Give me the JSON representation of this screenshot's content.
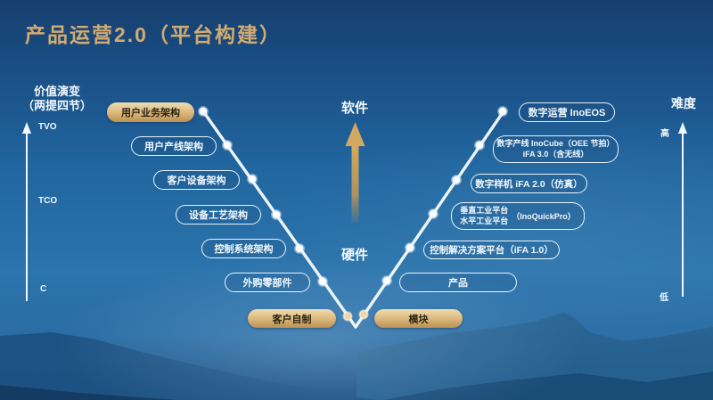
{
  "title": "产品运营2.0（平台构建）",
  "left_axis": {
    "label_line1": "价值演变",
    "label_line2": "（两提四节）",
    "tick_top": "TVO",
    "tick_mid": "TCO",
    "tick_bottom": "C"
  },
  "right_axis": {
    "label": "难度",
    "tick_top": "高",
    "tick_bottom": "低"
  },
  "center": {
    "top_label": "软件",
    "bottom_label": "硬件"
  },
  "diagram": {
    "left_items": [
      {
        "label": "用户业务架构",
        "style": "gold"
      },
      {
        "label": "用户产线架构",
        "style": "outline"
      },
      {
        "label": "客户设备架构",
        "style": "outline"
      },
      {
        "label": "设备工艺架构",
        "style": "outline"
      },
      {
        "label": "控制系统架构",
        "style": "outline"
      },
      {
        "label": "外购零部件",
        "style": "outline"
      },
      {
        "label": "客户自制",
        "style": "gold"
      }
    ],
    "right_items": [
      {
        "label": "数字运营 InoEOS",
        "style": "outline"
      },
      {
        "line1": "数字产线 InoCube（OEE 节拍）",
        "line2": "iFA 3.0（含无线）",
        "style": "outline"
      },
      {
        "label": "数字样机 iFA 2.0（仿真）",
        "style": "outline"
      },
      {
        "line1": "垂直工业平台",
        "line2": "水平工业平台",
        "suffix": "（InoQuickPro）",
        "style": "outline"
      },
      {
        "label": "控制解决方案平台（iFA 1.0）",
        "style": "outline"
      },
      {
        "label": "产品",
        "style": "outline"
      },
      {
        "label": "模块",
        "style": "gold"
      }
    ]
  },
  "colors": {
    "accent_gold": "#d2ab71",
    "background_blue": "#21669f",
    "pill_outline": "#f4faff",
    "gold_pill": "#dcbb80",
    "line_white": "#edf5fc"
  }
}
